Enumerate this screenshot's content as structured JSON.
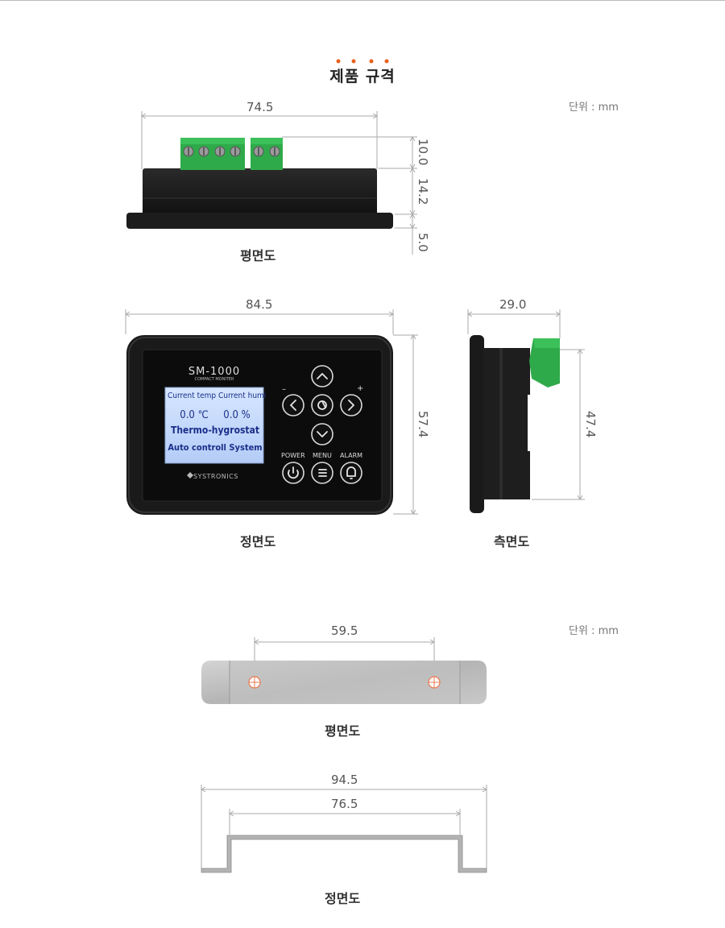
{
  "title": "제품 규격",
  "unit_top": "단위 : mm",
  "unit_bottom": "단위 : mm",
  "controller": {
    "top_view": {
      "caption": "평면도",
      "width_dim": "74.5",
      "height_dims": [
        "10.0",
        "14.2",
        "5.0"
      ]
    },
    "front_view": {
      "caption": "정면도",
      "width_dim": "84.5",
      "height_dim": "57.4",
      "model": "SM-1000",
      "model_sub": "COMPACT MONITER",
      "lcd_lines": [
        "Current temp Current humi",
        "0.0 ℃     0.0 %",
        "Thermo-hygrostat",
        "Auto controll System"
      ],
      "brand": "SYSTRONICS",
      "button_labels": {
        "power": "POWER",
        "menu": "MENU",
        "alarm": "ALARM",
        "minus": "–",
        "plus": "+"
      }
    },
    "side_view": {
      "caption": "측면도",
      "width_dim": "29.0",
      "height_dim": "47.4"
    }
  },
  "bracket": {
    "top_view": {
      "caption": "평면도",
      "hole_spacing": "59.5"
    },
    "front_view": {
      "caption": "정면도",
      "outer_width": "94.5",
      "inner_width": "76.5"
    }
  },
  "colors": {
    "accent_dot": "#e8601c",
    "terminal_green": "#2faa4a",
    "lcd_bg": "#c8dcff",
    "lcd_text": "#1a2f8a"
  }
}
